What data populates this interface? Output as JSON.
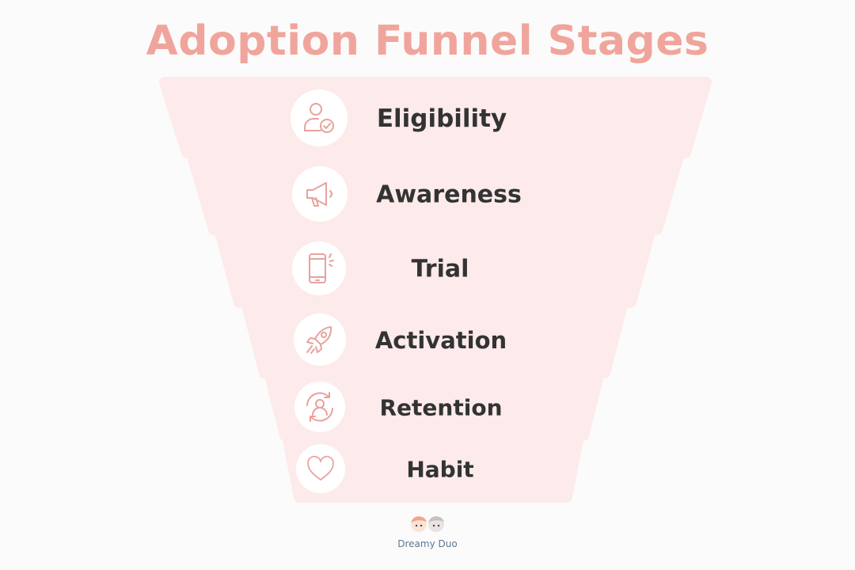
{
  "title": "Adoption Funnel Stages",
  "colors": {
    "title": "#f0a59c",
    "stage_fill": "#fcebea",
    "icon": "#e8a29c",
    "label": "#333333"
  },
  "stages": [
    {
      "label": "Eligibility",
      "icon": "user-check-icon"
    },
    {
      "label": "Awareness",
      "icon": "megaphone-icon"
    },
    {
      "label": "Trial",
      "icon": "smartphone-icon"
    },
    {
      "label": "Activation",
      "icon": "rocket-icon"
    },
    {
      "label": "Retention",
      "icon": "user-cycle-icon"
    },
    {
      "label": "Habit",
      "icon": "heart-icon"
    }
  ],
  "brand": {
    "name": "Dreamy Duo"
  }
}
